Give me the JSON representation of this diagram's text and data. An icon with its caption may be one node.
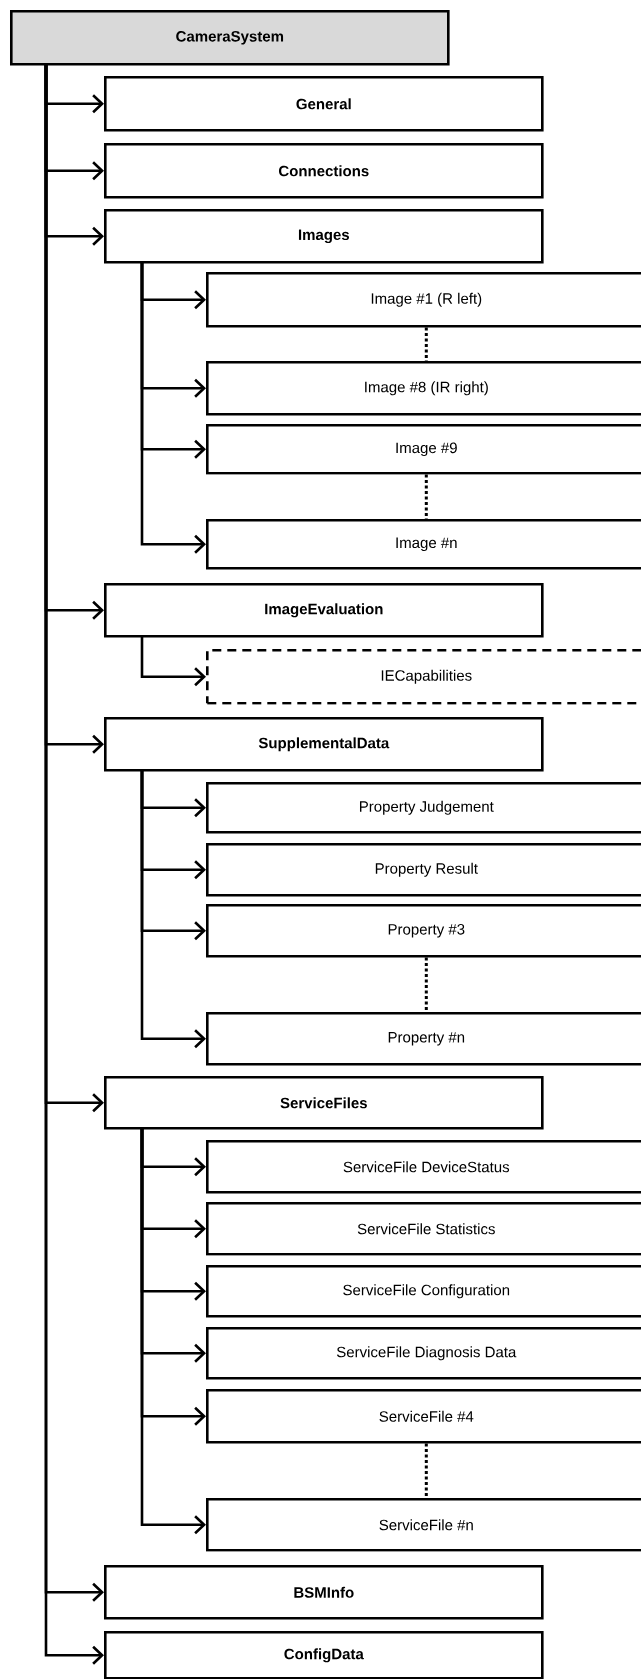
{
  "diagram": {
    "nodes": [
      {
        "text": [
          "CameraSystem"
        ]
      },
      {
        "text": [
          "General"
        ]
      },
      {
        "text": [
          "Connections"
        ]
      },
      {
        "text": [
          "Images"
        ]
      },
      {
        "text": [
          "Image #1 (R left)"
        ]
      },
      {
        "text": [
          "Image #8 (IR right)"
        ]
      },
      {
        "text": [
          "Image #9"
        ]
      },
      {
        "text": [
          "Image #n"
        ]
      },
      {
        "text": [
          "ImageEvaluation"
        ]
      },
      {
        "text": [
          "IECapabilities"
        ]
      },
      {
        "text": [
          "SupplementalData"
        ]
      },
      {
        "text": [
          "Property Judgement"
        ]
      },
      {
        "text": [
          "Property Result"
        ]
      },
      {
        "text": [
          "Property #3"
        ]
      },
      {
        "text": [
          "Property #n"
        ]
      },
      {
        "text": [
          "ServiceFiles"
        ]
      },
      {
        "text": [
          "ServiceFile DeviceStatus"
        ]
      },
      {
        "text": [
          "ServiceFile Statistics"
        ]
      },
      {
        "text": [
          "ServiceFile Configuration"
        ]
      },
      {
        "text": [
          "ServiceFile Diagnosis Data"
        ]
      },
      {
        "text": [
          "ServiceFile #4"
        ]
      },
      {
        "text": [
          "ServiceFile #n"
        ]
      },
      {
        "text": [
          "BSMInfo"
        ]
      },
      {
        "text": [
          "ConfigData"
        ]
      }
    ],
    "edges": [
      {
        "from": 0,
        "to": 1,
        "arrow": "to"
      },
      {
        "from": 0,
        "to": 2,
        "arrow": "to"
      },
      {
        "from": 0,
        "to": 3,
        "arrow": "to"
      },
      {
        "from": 3,
        "to": 4,
        "arrow": "to"
      },
      {
        "from": 4,
        "to": 5,
        "arrow": "none",
        "style": "dashed"
      },
      {
        "from": 3,
        "to": 5,
        "arrow": "to"
      },
      {
        "from": 3,
        "to": 6,
        "arrow": "to"
      },
      {
        "from": 6,
        "to": 7,
        "arrow": "none",
        "style": "dashed"
      },
      {
        "from": 3,
        "to": 7,
        "arrow": "to"
      },
      {
        "from": 0,
        "to": 8,
        "arrow": "to"
      },
      {
        "from": 8,
        "to": 9,
        "arrow": "to"
      },
      {
        "from": 0,
        "to": 10,
        "arrow": "to"
      },
      {
        "from": 10,
        "to": 11,
        "arrow": "to"
      },
      {
        "from": 10,
        "to": 12,
        "arrow": "to"
      },
      {
        "from": 10,
        "to": 13,
        "arrow": "to"
      },
      {
        "from": 13,
        "to": 14,
        "arrow": "none",
        "style": "dashed"
      },
      {
        "from": 10,
        "to": 14,
        "arrow": "to"
      },
      {
        "from": 0,
        "to": 15,
        "arrow": "to"
      },
      {
        "from": 15,
        "to": 16,
        "arrow": "to"
      },
      {
        "from": 15,
        "to": 17,
        "arrow": "to"
      },
      {
        "from": 15,
        "to": 18,
        "arrow": "to"
      },
      {
        "from": 15,
        "to": 19,
        "arrow": "to"
      },
      {
        "from": 15,
        "to": 20,
        "arrow": "to"
      },
      {
        "from": 20,
        "to": 21,
        "arrow": "none",
        "style": "dashed"
      },
      {
        "from": 15,
        "to": 21,
        "arrow": "to"
      },
      {
        "from": 0,
        "to": 22,
        "arrow": "to"
      },
      {
        "from": 0,
        "to": 23,
        "arrow": "to"
      }
    ]
  }
}
